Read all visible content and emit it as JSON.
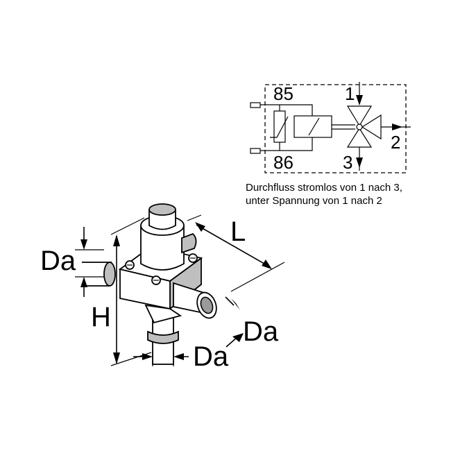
{
  "dimensions": {
    "diameter_label": "Da",
    "length_label": "L",
    "height_label": "H"
  },
  "schematic": {
    "terminal_top": "85",
    "terminal_bottom": "86",
    "port_1": "1",
    "port_2": "2",
    "port_3": "3"
  },
  "caption": {
    "line1": "Durchfluss stromlos von 1 nach 3,",
    "line2": "unter Spannung von 1 nach 2"
  }
}
